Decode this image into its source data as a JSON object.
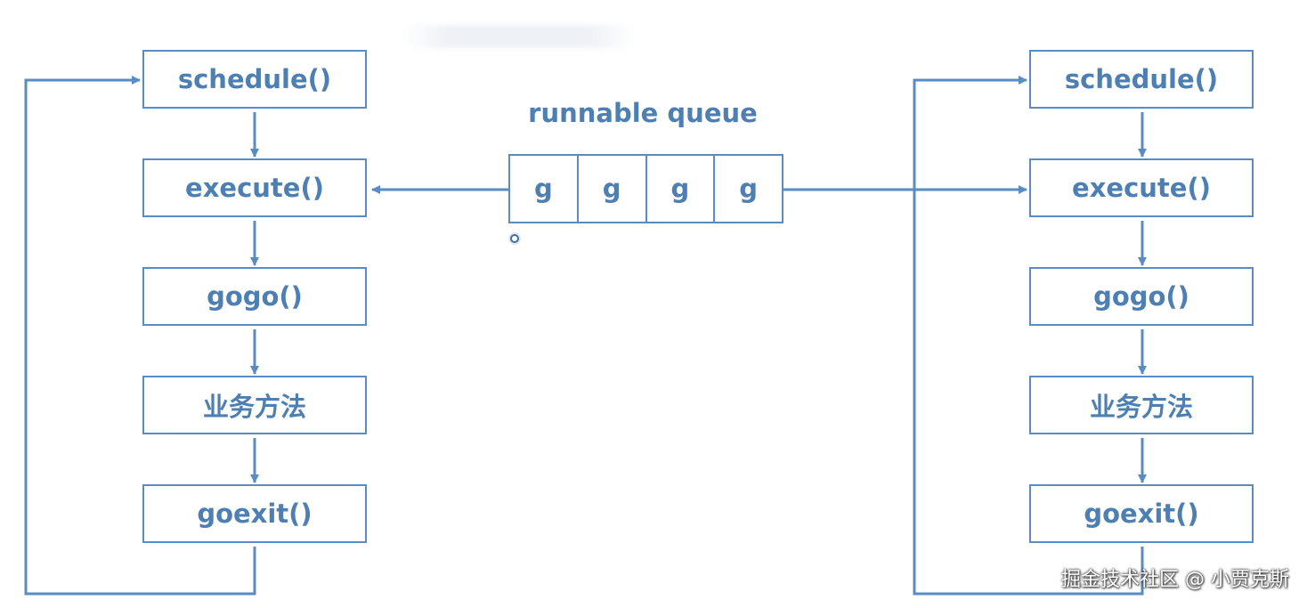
{
  "left_flow": {
    "steps": [
      "schedule()",
      "execute()",
      "gogo()",
      "业务方法",
      "goexit()"
    ]
  },
  "right_flow": {
    "steps": [
      "schedule()",
      "execute()",
      "gogo()",
      "业务方法",
      "goexit()"
    ]
  },
  "queue": {
    "title": "runnable queue",
    "items": [
      "g",
      "g",
      "g",
      "g"
    ]
  },
  "watermark": "掘金技术社区 @ 小贾克斯",
  "colors": {
    "line": "#5a8cc4",
    "text": "#4d7fb3",
    "background": "#ffffff"
  }
}
